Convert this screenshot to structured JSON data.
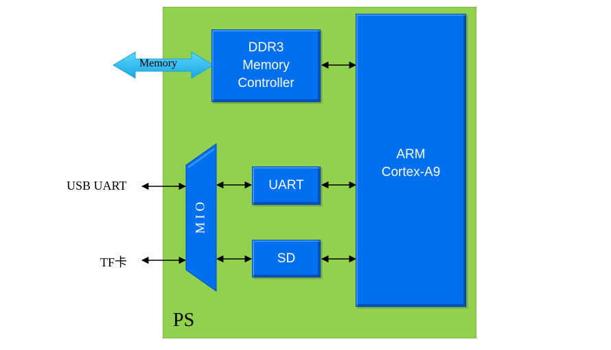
{
  "ps": {
    "label": "PS"
  },
  "blocks": {
    "ddr": {
      "label": "DDR3\nMemory\nController"
    },
    "arm": {
      "label": "ARM\nCortex-A9"
    },
    "uart": {
      "label": "UART"
    },
    "sd": {
      "label": "SD"
    },
    "mio": {
      "label": "M I O"
    }
  },
  "external": {
    "memory": "Memory",
    "usb_uart": "USB UART",
    "tf_card": "TF卡"
  },
  "colors": {
    "ps_background": "#92d050",
    "block_fill": "#0070f0",
    "memory_arrow": "#33c8f5"
  }
}
